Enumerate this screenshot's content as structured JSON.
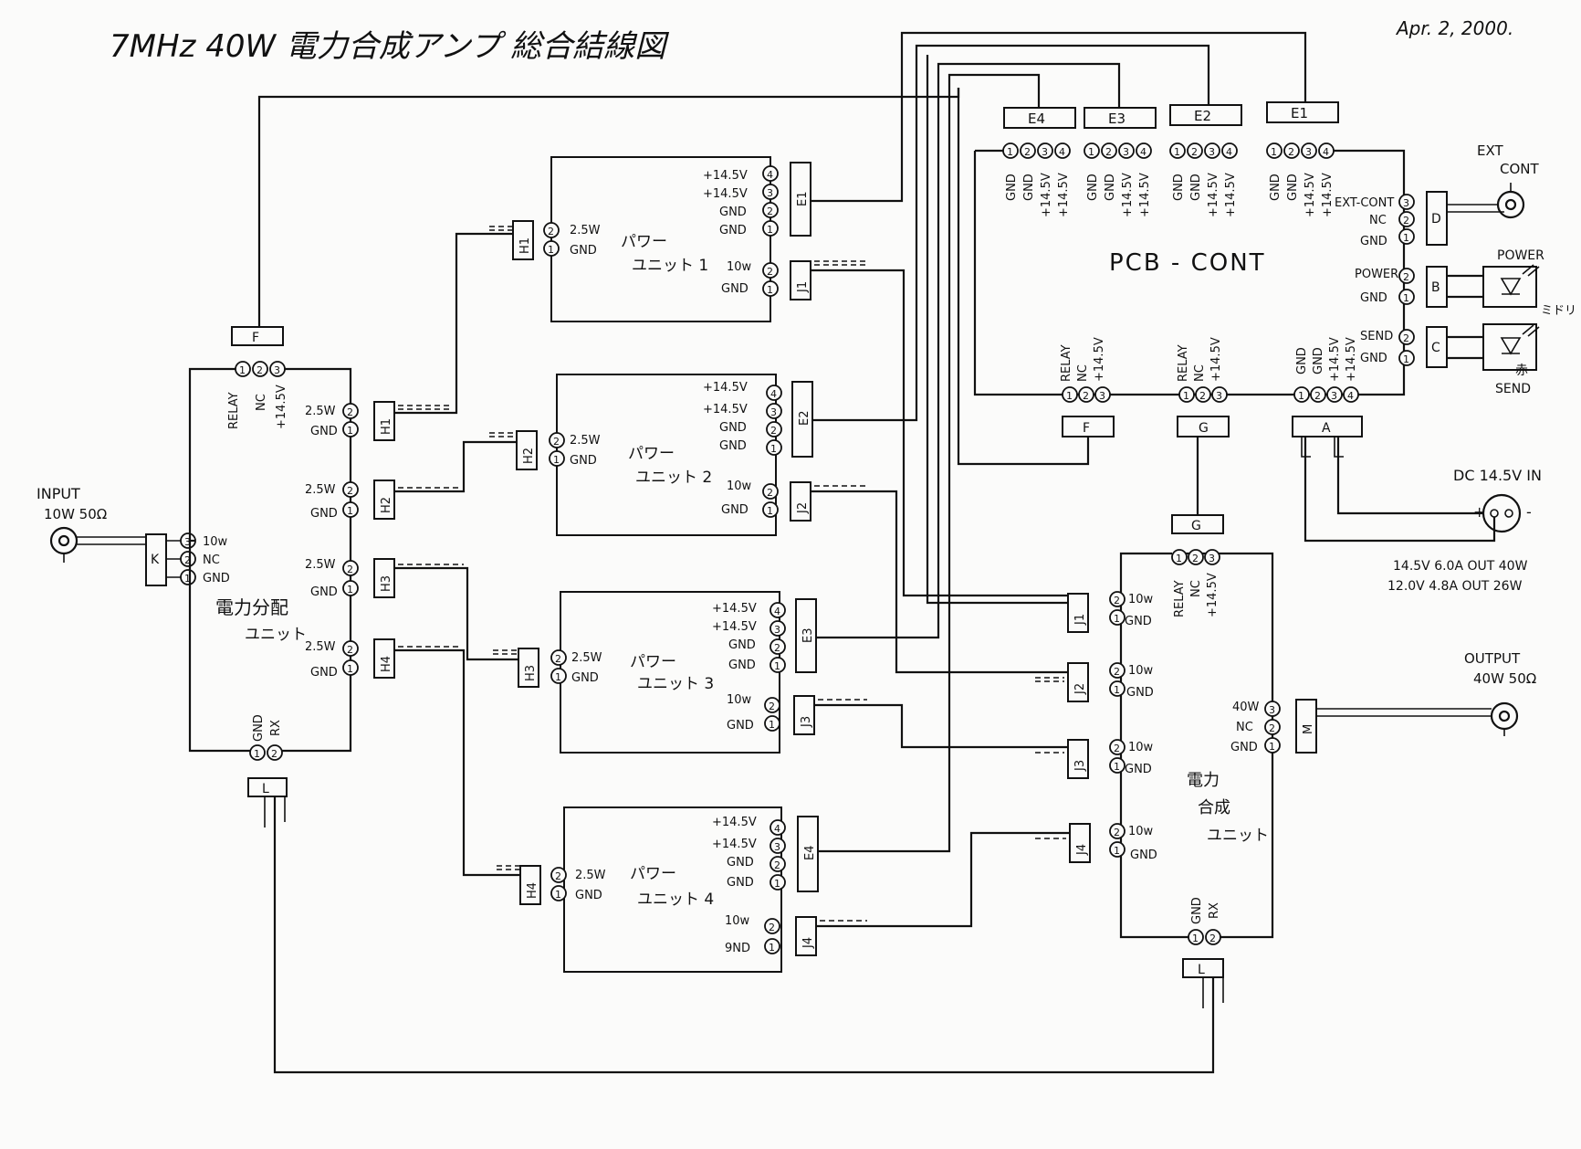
{
  "title": "7MHz 40W 電力合成アンプ 総合結線図",
  "date": "Apr. 2, 2000.",
  "pcb_label": "PCB - CONT",
  "input": {
    "line1": "INPUT",
    "line2": "10W 50Ω"
  },
  "output": {
    "line1": "OUTPUT",
    "line2": "40W 50Ω"
  },
  "ext": {
    "line1": "EXT",
    "line2": "CONT"
  },
  "power_led": {
    "label": "POWER",
    "color": "ミドリ"
  },
  "send_led": {
    "label": "SEND",
    "color": "赤"
  },
  "dc_in": "DC 14.5V IN",
  "spec1": "14.5V 6.0A OUT 40W",
  "spec2": "12.0V 4.8A OUT 26W",
  "distribution_unit": {
    "line1": "電力分配",
    "line2": "ユニット"
  },
  "combiner_unit": {
    "line1": "電力",
    "line2": "合成",
    "line3": "ユニット"
  },
  "units": [
    {
      "line1": "パワー",
      "line2": "ユニット 1"
    },
    {
      "line1": "パワー",
      "line2": "ユニット 2"
    },
    {
      "line1": "パワー",
      "line2": "ユニット 3"
    },
    {
      "line1": "パワー",
      "line2": "ユニット 4"
    }
  ],
  "connectors": {
    "K": "K",
    "F": "F",
    "L": "L",
    "M": "M",
    "G": "G",
    "A": "A",
    "B": "B",
    "C": "C",
    "D": "D",
    "H1": "H1",
    "H2": "H2",
    "H3": "H3",
    "H4": "H4",
    "J1": "J1",
    "J2": "J2",
    "J3": "J3",
    "J4": "J4",
    "E1": "E1",
    "E2": "E2",
    "E3": "E3",
    "E4": "E4"
  },
  "pins": {
    "p1": "1",
    "p2": "2",
    "p3": "3",
    "p4": "4"
  },
  "signals": {
    "gnd": "GND",
    "gnd_alt": "9ND",
    "nc": "NC",
    "rx": "RX",
    "relay": "RELAY",
    "v145": "+14.5V",
    "w10": "10W",
    "w10_low": "10w",
    "w25": "2.5W",
    "w40": "40W",
    "extcont": "EXT-CONT",
    "power": "POWER",
    "send": "SEND",
    "plus": "+",
    "minus": "-"
  }
}
